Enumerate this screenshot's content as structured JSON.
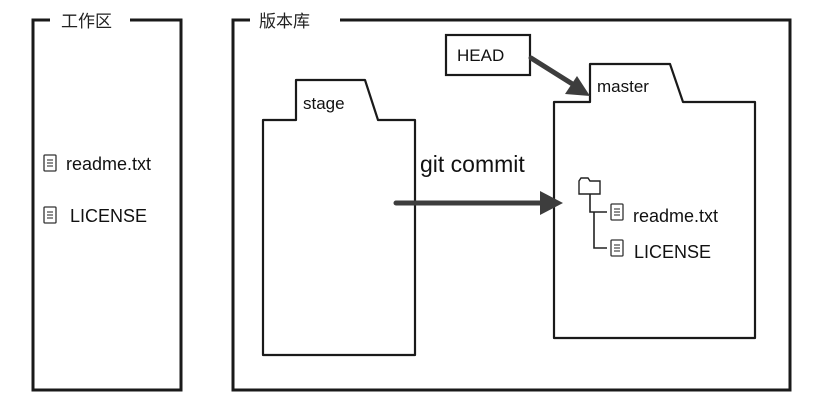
{
  "workspace": {
    "title": "工作区",
    "files": [
      "readme.txt",
      "LICENSE"
    ],
    "file_icon": "document-icon"
  },
  "repository": {
    "title": "版本库",
    "stage": {
      "label": "stage"
    },
    "master": {
      "label": "master",
      "tree_icon": "folder-icon",
      "files": [
        "readme.txt",
        "LICENSE"
      ]
    },
    "head": {
      "label": "HEAD"
    },
    "commit": {
      "label": "git commit"
    }
  },
  "colors": {
    "line": "#1a1a1a",
    "arrow": "#3d3d3d",
    "background": "#ffffff"
  }
}
